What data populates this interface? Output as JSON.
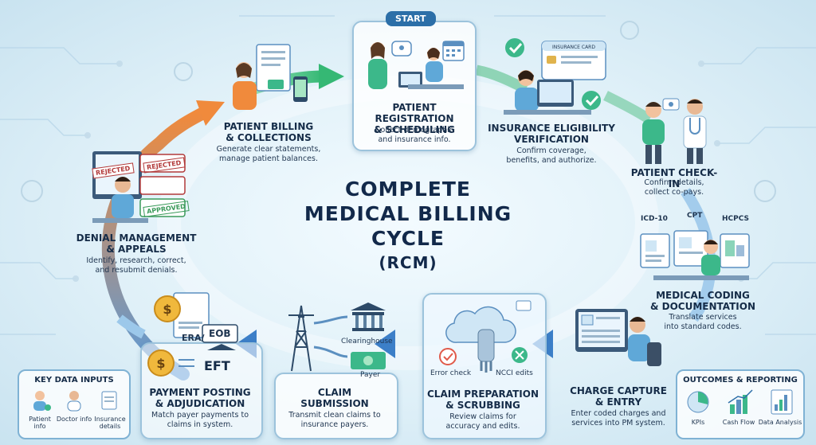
{
  "start_label": "START",
  "center_title": [
    "COMPLETE",
    "MEDICAL BILLING",
    "CYCLE",
    "(RCM)"
  ],
  "stages": {
    "registration": {
      "title": [
        "PATIENT REGISTRATION",
        "& SCHEDULING"
      ],
      "desc": [
        "Collect demographic",
        "and insurance info."
      ]
    },
    "eligibility": {
      "title": [
        "INSURANCE ELIGIBILITY",
        "VERIFICATION"
      ],
      "desc": [
        "Confirm coverage,",
        "benefits, and authorize."
      ],
      "card_label": "INSURANCE CARD"
    },
    "checkin": {
      "title": [
        "PATIENT CHECK-IN"
      ],
      "desc": [
        "Confirm details,",
        "collect co-pays."
      ]
    },
    "coding": {
      "title": [
        "MEDICAL CODING",
        "& DOCUMENTATION"
      ],
      "desc": [
        "Translate services",
        "into standard codes."
      ],
      "codes": [
        "ICD-10",
        "CPT",
        "HCPCS"
      ]
    },
    "charge": {
      "title": [
        "CHARGE CAPTURE",
        "& ENTRY"
      ],
      "desc": [
        "Enter coded charges and",
        "services into PM system."
      ]
    },
    "scrubbing": {
      "title": [
        "CLAIM PREPARATION",
        "& SCRUBBING"
      ],
      "desc": [
        "Review claims for",
        "accuracy and edits."
      ],
      "labels": [
        "Error check",
        "NCCI edits"
      ]
    },
    "submission": {
      "title": [
        "CLAIM",
        "SUBMISSION"
      ],
      "desc": [
        "Transmit clean claims to",
        "insurance payers."
      ],
      "labels": [
        "Clearinghouse",
        "Payer"
      ]
    },
    "posting": {
      "title": [
        "PAYMENT POSTING",
        "& ADJUDICATION"
      ],
      "desc": [
        "Match payer payments to",
        "claims in system."
      ],
      "labels": [
        "ERA/",
        "EOB",
        "EFT"
      ]
    },
    "denial": {
      "title": [
        "DENIAL MANAGEMENT",
        "& APPEALS"
      ],
      "desc": [
        "Identify, research, correct,",
        "and resubmit denials."
      ],
      "labels": [
        "REJECTED",
        "REJECTED",
        "APPROVED"
      ]
    },
    "billing": {
      "title": [
        "PATIENT BILLING",
        "& COLLECTIONS"
      ],
      "desc": [
        "Generate clear statements,",
        "manage patient balances."
      ]
    }
  },
  "key_inputs": {
    "title": "KEY DATA INPUTS",
    "items": [
      [
        "Patient",
        "info"
      ],
      [
        "Doctor info"
      ],
      [
        "Insurance",
        "details"
      ]
    ]
  },
  "outcomes": {
    "title": "OUTCOMES & REPORTING",
    "items": [
      "KPIs",
      "Cash Flow",
      "Data Analysis"
    ]
  },
  "colors": {
    "navy": "#152c48",
    "blue_arrow": "#4d8fd0",
    "green_arrow": "#3fbf7f",
    "orange_arrow": "#f08a3c",
    "card_border": "#9cc3dc"
  }
}
